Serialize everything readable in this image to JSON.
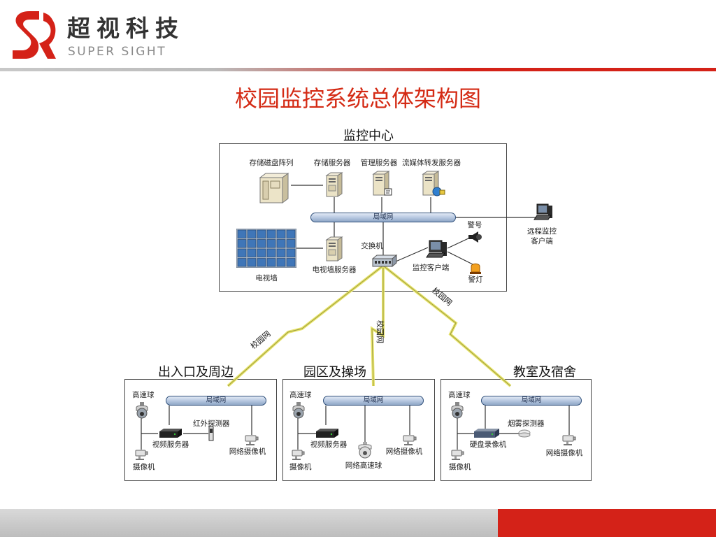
{
  "brand": {
    "name_cn": "超视科技",
    "name_en": "SUPER SIGHT",
    "colors": {
      "red": "#d42218",
      "gray": "#bdbdbd",
      "title": "#d42a14"
    }
  },
  "title": "校园监控系统总体架构图",
  "center": {
    "title": "监控中心",
    "storage_array": "存储磁盘阵列",
    "storage_server": "存储服务器",
    "mgmt_server": "管理服务器",
    "stream_server": "流媒体转发服务器",
    "lan": "局域网",
    "tv_wall": "电视墙",
    "tv_wall_server": "电视墙服务器",
    "switch": "交换机",
    "monitor_client": "监控客户端",
    "siren": "警号",
    "alarm_light": "警灯"
  },
  "remote": {
    "line1": "远程监控",
    "line2": "客户端"
  },
  "links": {
    "left": "校园网",
    "middle": "校园网",
    "right": "校园网"
  },
  "zones": [
    {
      "title": "出入口及周边",
      "lan": "局域网",
      "dome": "高速球",
      "recorder": "视频服务器",
      "detector": "红外探测器",
      "camera": "摄像机",
      "net_camera": "网络摄像机"
    },
    {
      "title": "园区及操场",
      "lan": "局域网",
      "dome": "高速球",
      "recorder": "视频服务器",
      "net_dome": "网络高速球",
      "camera": "摄像机",
      "net_camera": "网络摄像机"
    },
    {
      "title": "教室及宿舍",
      "lan": "局域网",
      "dome": "高速球",
      "recorder": "硬盘录像机",
      "detector": "烟雾探测器",
      "camera": "摄像机",
      "net_camera": "网络摄像机"
    }
  ]
}
